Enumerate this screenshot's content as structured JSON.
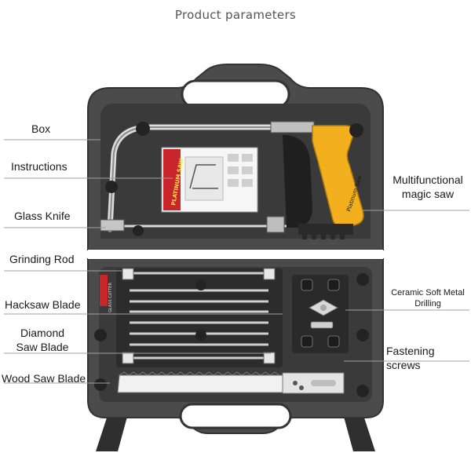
{
  "header": {
    "title": "Product parameters"
  },
  "labels": {
    "box": "Box",
    "instructions": "Instructions",
    "glass_knife": "Glass Knife",
    "grinding_rod": "Grinding Rod",
    "hacksaw_blade": "Hacksaw Blade",
    "diamond_saw_blade_line1": "Diamond",
    "diamond_saw_blade_line2": "Saw Blade",
    "wood_saw_blade": "Wood Saw Blade",
    "magic_saw_line1": "Multifunctional",
    "magic_saw_line2": "magic saw",
    "ceramic_line1": "Ceramic Soft Metal",
    "ceramic_line2": "Drilling",
    "fastening_screws": "Fastening screws"
  },
  "product_text": {
    "manual_brand": "PLATINUM SAW",
    "handle_brand": "Platinum Saw",
    "cutter_tag": "GLASS CUTTER"
  },
  "colors": {
    "case": "#4a4a4a",
    "case_dark": "#2c2c2c",
    "handle_yellow": "#f2b01e",
    "manual_red": "#c8262a",
    "leader": "#a0a0a0"
  }
}
